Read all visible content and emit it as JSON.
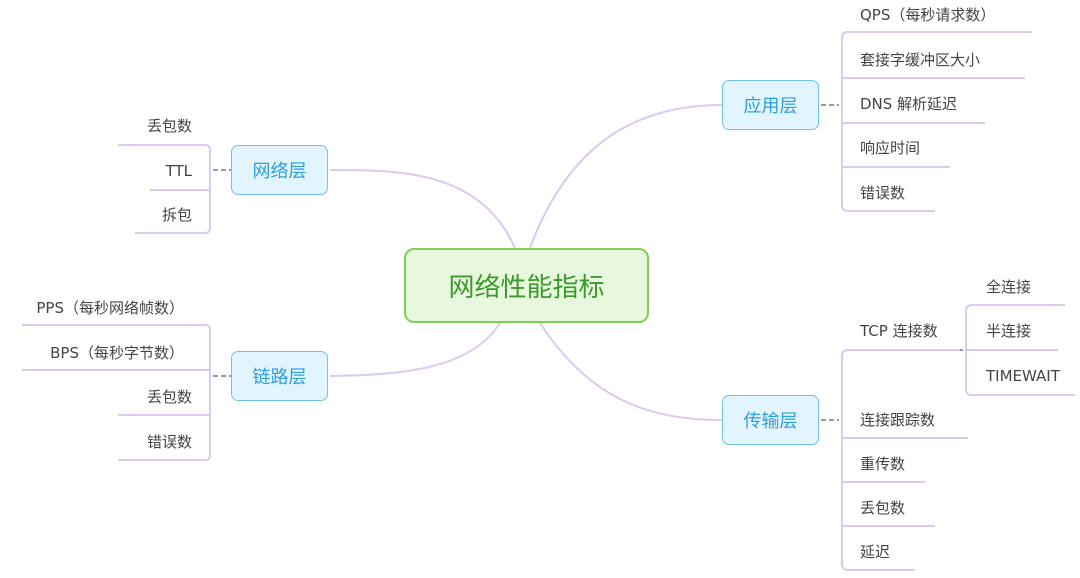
{
  "center": {
    "label": "网络性能指标"
  },
  "branches": {
    "network": {
      "label": "网络层",
      "items": [
        "丢包数",
        "TTL",
        "拆包"
      ]
    },
    "link": {
      "label": "链路层",
      "items": [
        "PPS（每秒网络帧数）",
        "BPS（每秒字节数）",
        "丢包数",
        "错误数"
      ]
    },
    "application": {
      "label": "应用层",
      "items": [
        "QPS（每秒请求数）",
        "套接字缓冲区大小",
        "DNS 解析延迟",
        "响应时间",
        "错误数"
      ]
    },
    "transport": {
      "label": "传输层",
      "items": [
        "TCP 连接数",
        "连接跟踪数",
        "重传数",
        "丢包数",
        "延迟"
      ],
      "tcp_children": [
        "全连接",
        "半连接",
        "TIMEWAIT"
      ]
    }
  },
  "colors": {
    "center_fill": "#e8f8df",
    "center_border": "#7fcf52",
    "branch_fill": "#e2f4fd",
    "branch_border": "#6fc3ee",
    "connector": "#dcc9ee",
    "dash": "#999999"
  }
}
